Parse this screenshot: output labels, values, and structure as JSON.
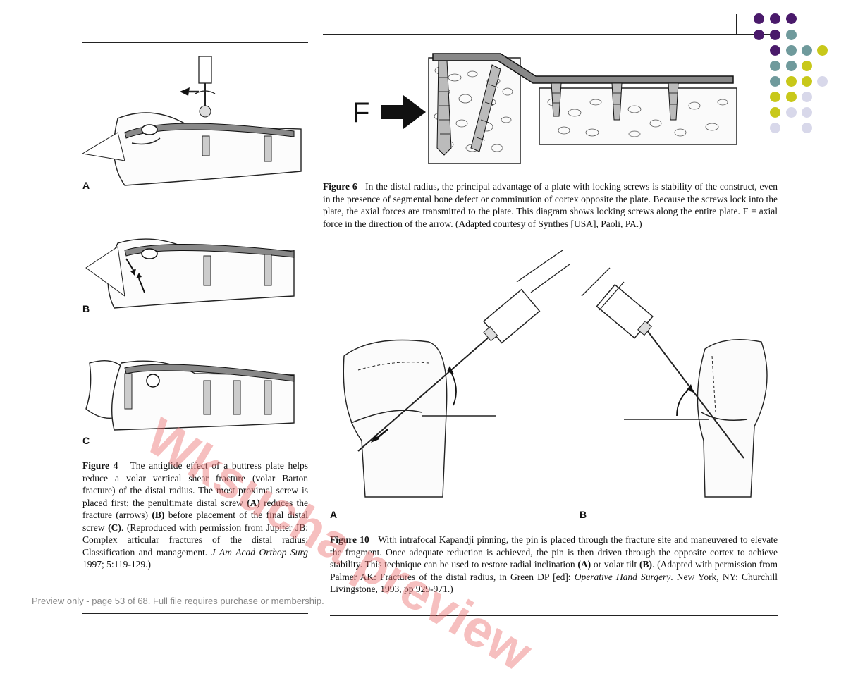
{
  "figure6": {
    "force_label": "F",
    "caption_label": "Figure 6",
    "caption_text": "In the distal radius, the principal advantage of a plate with locking screws is stability of the construct, even in the presence of segmental bone defect or comminution of cortex opposite the plate. Because the screws lock into the plate, the axial forces are transmitted to the plate. This diagram shows locking screws along the entire plate. F = axial force in the direction of the arrow. (Adapted courtesy of Synthes [USA], Paoli, PA.)"
  },
  "figure4": {
    "panel_a": "A",
    "panel_b": "B",
    "panel_c": "C",
    "caption_label": "Figure 4",
    "caption_part1": "The antiglide effect of a buttress plate helps reduce a volar vertical shear fracture (volar Barton fracture) of the distal radius. The most proximal screw is placed first; the penultimate distal screw",
    "bold_a": "(A)",
    "caption_part2": "reduces the fracture (arrows)",
    "bold_b": "(B)",
    "caption_part3": "before placement of the final distal screw",
    "bold_c": "(C)",
    "caption_part4": ". (Reproduced with permission from Jupiter JB: Complex articular fractures of the distal radius: Classification and management.",
    "journal": "J Am Acad Orthop Surg",
    "caption_part5": "1997; 5:119-129.)"
  },
  "figure10": {
    "panel_a": "A",
    "panel_b": "B",
    "caption_label": "Figure 10",
    "caption_part1": "With intrafocal Kapandji pinning, the pin is placed through the fracture site and maneuvered to elevate the fragment. Once adequate reduction is achieved, the pin is then driven through the opposite cortex to achieve stability. This technique can be used to restore radial inclination",
    "bold_a": "(A)",
    "caption_part2": "or volar tilt",
    "bold_b": "(B)",
    "caption_part3": ". (Adapted with permission from Palmer AK: Fractures of the distal radius, in Green DP [ed]:",
    "book": "Operative Hand Surgery",
    "caption_part4": ". New York, NY: Churchill Livingstone, 1993, pp 929-971.)"
  },
  "watermark": "Wksucha preview",
  "preview_note": "Preview only - page 53 of 68. Full file requires purchase or membership.",
  "colors": {
    "dot_purple": "#4a1a6b",
    "dot_teal": "#6f9a9c",
    "dot_olive": "#c8c81a",
    "dot_lavender": "#d8d8ea"
  }
}
